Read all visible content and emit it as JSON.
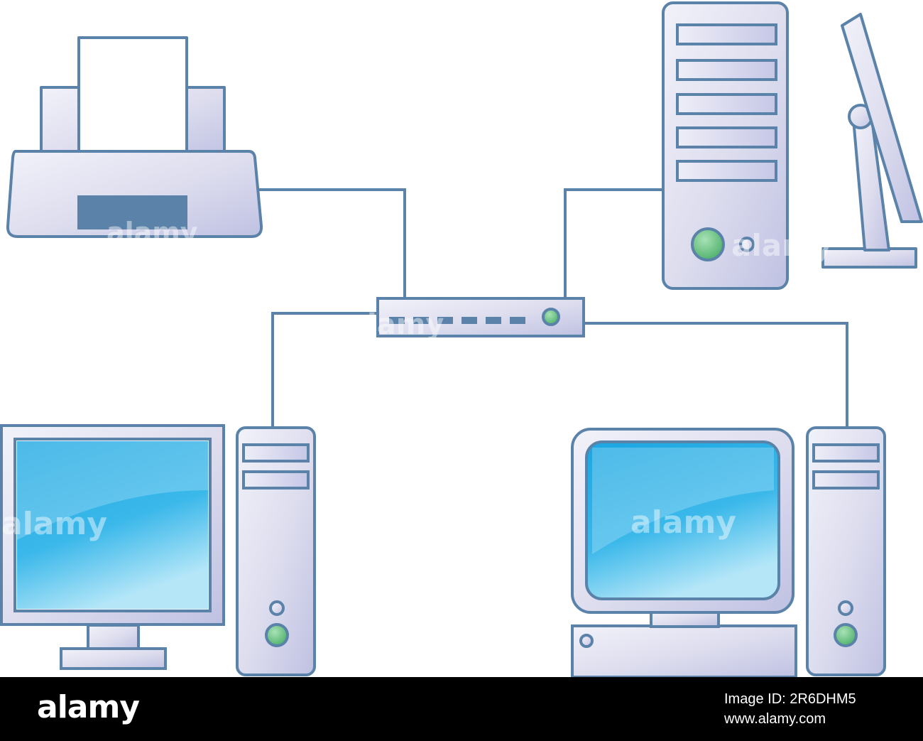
{
  "diagram": {
    "nodes": [
      {
        "id": "printer",
        "kind": "printer",
        "icon": "printer-icon"
      },
      {
        "id": "server",
        "kind": "tower computer with side monitor",
        "icon": "server-tower-icon"
      },
      {
        "id": "switch",
        "kind": "network switch",
        "icon": "network-switch-icon"
      },
      {
        "id": "workstation-left",
        "kind": "flat monitor with tower",
        "icon": "desktop-computer-icon"
      },
      {
        "id": "workstation-right",
        "kind": "crt monitor with desktop case and tower",
        "icon": "desktop-computer-icon"
      }
    ],
    "links": [
      {
        "from": "printer",
        "to": "switch"
      },
      {
        "from": "server",
        "to": "switch"
      },
      {
        "from": "switch",
        "to": "workstation-left"
      },
      {
        "from": "switch",
        "to": "workstation-right"
      }
    ],
    "colors": {
      "outline": "#5b82a8",
      "device_fill_light": "#eeeef8",
      "device_fill_dark": "#c4c6e4",
      "screen_light": "#a8e4f8",
      "screen_dark": "#1aa6e0",
      "button_green": "#5bbb78",
      "background": "#ffffff"
    }
  },
  "watermark": {
    "text": "alamy"
  },
  "footer": {
    "logo": "alamy",
    "image_id": "Image ID: 2R6DHM5",
    "url": "www.alamy.com"
  }
}
